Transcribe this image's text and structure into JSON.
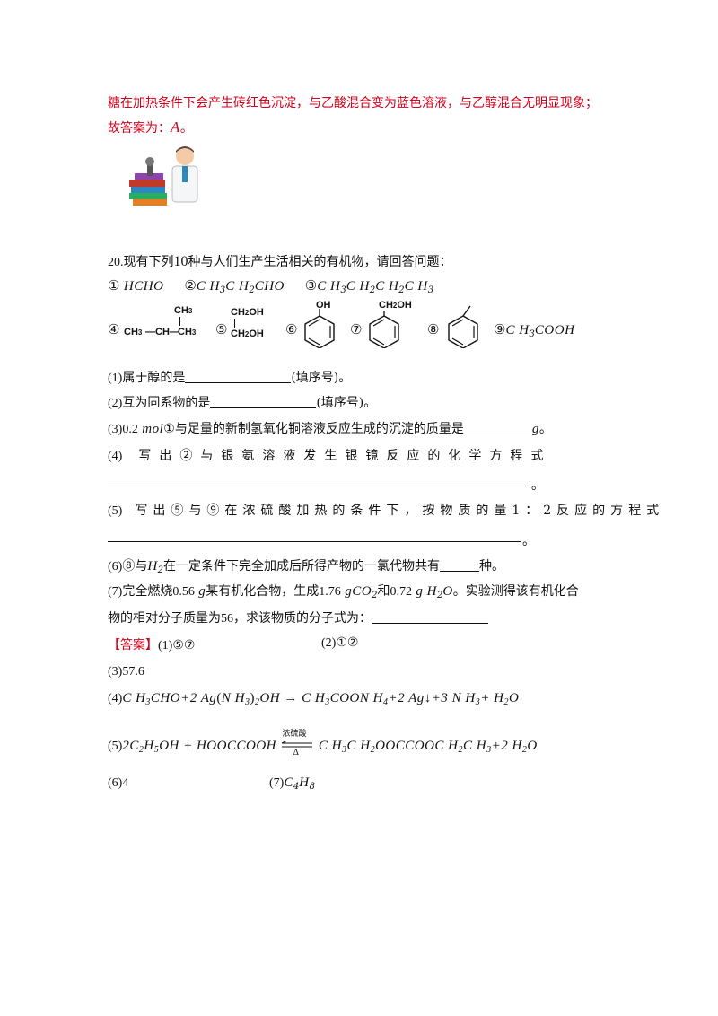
{
  "prev": {
    "line1": "糖在加热条件下会产生砖红色沉淀，与乙酸混合变为蓝色溶液，与乙醇混合无明显现象；",
    "line2_prefix": "故答案为：",
    "line2_answer": "A",
    "line2_suffix": "。"
  },
  "question": {
    "number": "20.",
    "stem_a": "现有下列",
    "stem_num": "10",
    "stem_b": "种与人们生产生活相关的有机物，请回答问题：",
    "items": {
      "c1": "①",
      "f1": "HCHO",
      "c2": "②",
      "f2a": "C H",
      "f2b": "3",
      "f2c": "C H",
      "f2d": "2",
      "f2e": "CHO",
      "c3": "③",
      "f3a": "C H",
      "f3b": "3",
      "f3c": "C H",
      "f3d": "2",
      "f3e": "C H",
      "f3f": "2",
      "f3g": "C H",
      "f3h": "3",
      "c4": "④",
      "c5": "⑤",
      "c6": "⑥",
      "c7": "⑦",
      "c8": "⑧",
      "c9": "⑨",
      "f9a": "C H",
      "f9b": "3",
      "f9c": "COOH"
    },
    "structs": {
      "s4_top": "CH",
      "s4_top_sub": "3",
      "s4_left": "CH",
      "s4_left_sub": "3",
      "s4_mid": "—CH—",
      "s4_right": "CH",
      "s4_right_sub": "3",
      "s5_top": "CH",
      "s5_top_sub": "2",
      "s5_top_oh": "OH",
      "s5_bot": "CH",
      "s5_bot_sub": "2",
      "s5_bot_oh": "OH",
      "s6_oh": "OH",
      "s7_top": "CH",
      "s7_top_sub": "2",
      "s7_oh": "OH"
    },
    "q1_num": "(1)",
    "q1_text": "属于醇的是",
    "q1_tail": "(填序号)。",
    "q2_num": "(2)",
    "q2_text": "互为同系物的是",
    "q2_tail": "(填序号)。",
    "q3_num": "(3)",
    "q3_val": "0.2",
    "q3_unit": "mol",
    "q3_c": "①",
    "q3_text": "与足量的新制氢氧化铜溶液反应生成的沉淀的质量是",
    "q3_g": "g",
    "q3_tail": "。",
    "q4_num": "(4)",
    "q4_text": "写出②与银氨溶液发生银镜反应的化学方程式",
    "q4_tail": "。",
    "q5_num": "(5)",
    "q5_text": "写出⑤与⑨在浓硫酸加热的条件下，按物质的量1：2反应的方程式",
    "q5_tail": "。",
    "q6_num": "(6)",
    "q6_a": "⑧与",
    "q6_h": "H",
    "q6_h_sub": "2",
    "q6_b": "在一定条件下完全加成后所得产物的一氯代物共有",
    "q6_tail": "种。",
    "q7_num": "(7)",
    "q7_a": "完全燃烧",
    "q7_m1": "0.56",
    "q7_g1": "g",
    "q7_b": "某有机化合物，生成",
    "q7_m2": "1.76",
    "q7_co2": "gCO",
    "q7_co2_sub": "2",
    "q7_c": "和",
    "q7_m3": "0.72",
    "q7_h2o_a": "g H",
    "q7_h2o_sub": "2",
    "q7_h2o_b": "O",
    "q7_d": "。实验测得该有机化合",
    "q7_line2": "物的相对分子质量为",
    "q7_mw": "56",
    "q7_line2b": "，求该物质的分子式为："
  },
  "answer": {
    "tag": "【答案】",
    "a1_num": "(1)",
    "a1": "⑤⑦",
    "a2_num": "(2)",
    "a2": "①②",
    "a3_num": "(3)",
    "a3": "57.6",
    "a4_num": "(4)",
    "a4_eq": [
      "C H",
      "3",
      "CHO+2 Ag",
      "(",
      "N H",
      "3",
      ")",
      "2",
      "OH → C H",
      "3",
      "COON H",
      "4",
      "+2 Ag↓+3 N H",
      "3",
      "+ H",
      "2",
      "O"
    ],
    "a5_num": "(5)",
    "a5_left": [
      "2C",
      "2",
      "H",
      "5",
      "OH + HOOCCOOH"
    ],
    "a5_cond_top": "浓硫酸",
    "a5_cond_bot": "Δ",
    "a5_right": [
      "C H",
      "3",
      "C H",
      "2",
      "OOCCOOC H",
      "2",
      "C H",
      "3",
      "+2 H",
      "2",
      "O"
    ],
    "a6_num": "(6)",
    "a6": "4",
    "a7_num": "(7)",
    "a7_c": "C",
    "a7_c_sub": "4",
    "a7_h": "H",
    "a7_h_sub": "8"
  },
  "image": {
    "description_icon": "scientist-with-books-icon"
  }
}
